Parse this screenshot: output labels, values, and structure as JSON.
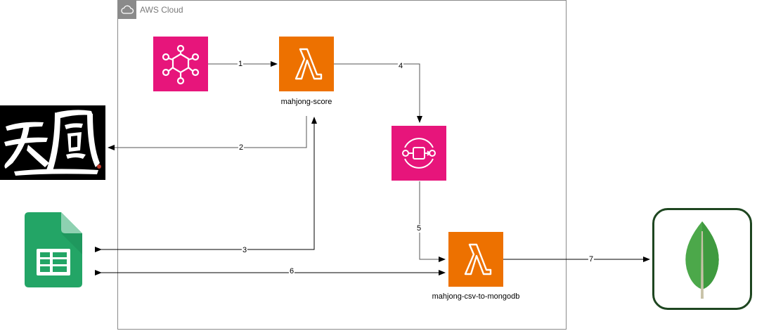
{
  "cloud": {
    "label": "AWS Cloud"
  },
  "nodes": {
    "eventbridge": {
      "icon": "eventbridge-icon"
    },
    "lambda_score": {
      "icon": "lambda-icon",
      "label": "mahjong-score"
    },
    "sqs": {
      "icon": "sqs-icon"
    },
    "lambda_csv": {
      "icon": "lambda-icon",
      "label": "mahjong-csv-to-mongodb"
    },
    "tenhou": {
      "icon": "tenhou-logo",
      "logo_text": "天鳳"
    },
    "sheets": {
      "icon": "google-sheets-icon"
    },
    "mongodb": {
      "icon": "mongodb-leaf-icon"
    }
  },
  "edges": [
    {
      "label": "1"
    },
    {
      "label": "2"
    },
    {
      "label": "3"
    },
    {
      "label": "4"
    },
    {
      "label": "5"
    },
    {
      "label": "6"
    },
    {
      "label": "7"
    }
  ],
  "colors": {
    "pink_service": "#e7157b",
    "orange_service": "#ed7100",
    "sheets_green": "#23a566",
    "mongo_border": "#1e4620",
    "mongo_leaf": "#4ca84a"
  }
}
